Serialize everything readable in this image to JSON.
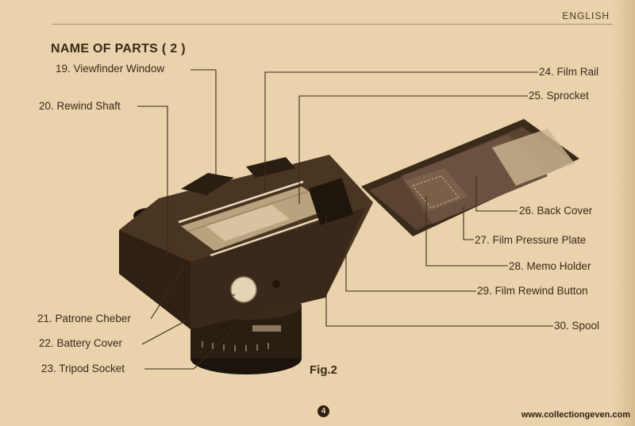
{
  "header": {
    "language": "ENGLISH"
  },
  "title": "NAME OF PARTS ( 2 )",
  "parts": [
    {
      "id": "19",
      "label": "19. Viewfinder Window"
    },
    {
      "id": "20",
      "label": "20. Rewind Shaft"
    },
    {
      "id": "21",
      "label": "21. Patrone Cheber"
    },
    {
      "id": "22",
      "label": "22. Battery Cover"
    },
    {
      "id": "23",
      "label": "23. Tripod Socket"
    },
    {
      "id": "24",
      "label": "24. Film Rail"
    },
    {
      "id": "25",
      "label": "25. Sprocket"
    },
    {
      "id": "26",
      "label": "26. Back Cover"
    },
    {
      "id": "27",
      "label": "27. Film Pressure Plate"
    },
    {
      "id": "28",
      "label": "28. Memo Holder"
    },
    {
      "id": "29",
      "label": "29. Film Rewind Button"
    },
    {
      "id": "30",
      "label": "30. Spool"
    }
  ],
  "figure_caption": "Fig.2",
  "page_number": "4",
  "watermark": "www.collectiongeven.com",
  "colors": {
    "paper": "#e9d2ac",
    "ink": "#3a2a1a",
    "camera_body": "#4a3422"
  }
}
